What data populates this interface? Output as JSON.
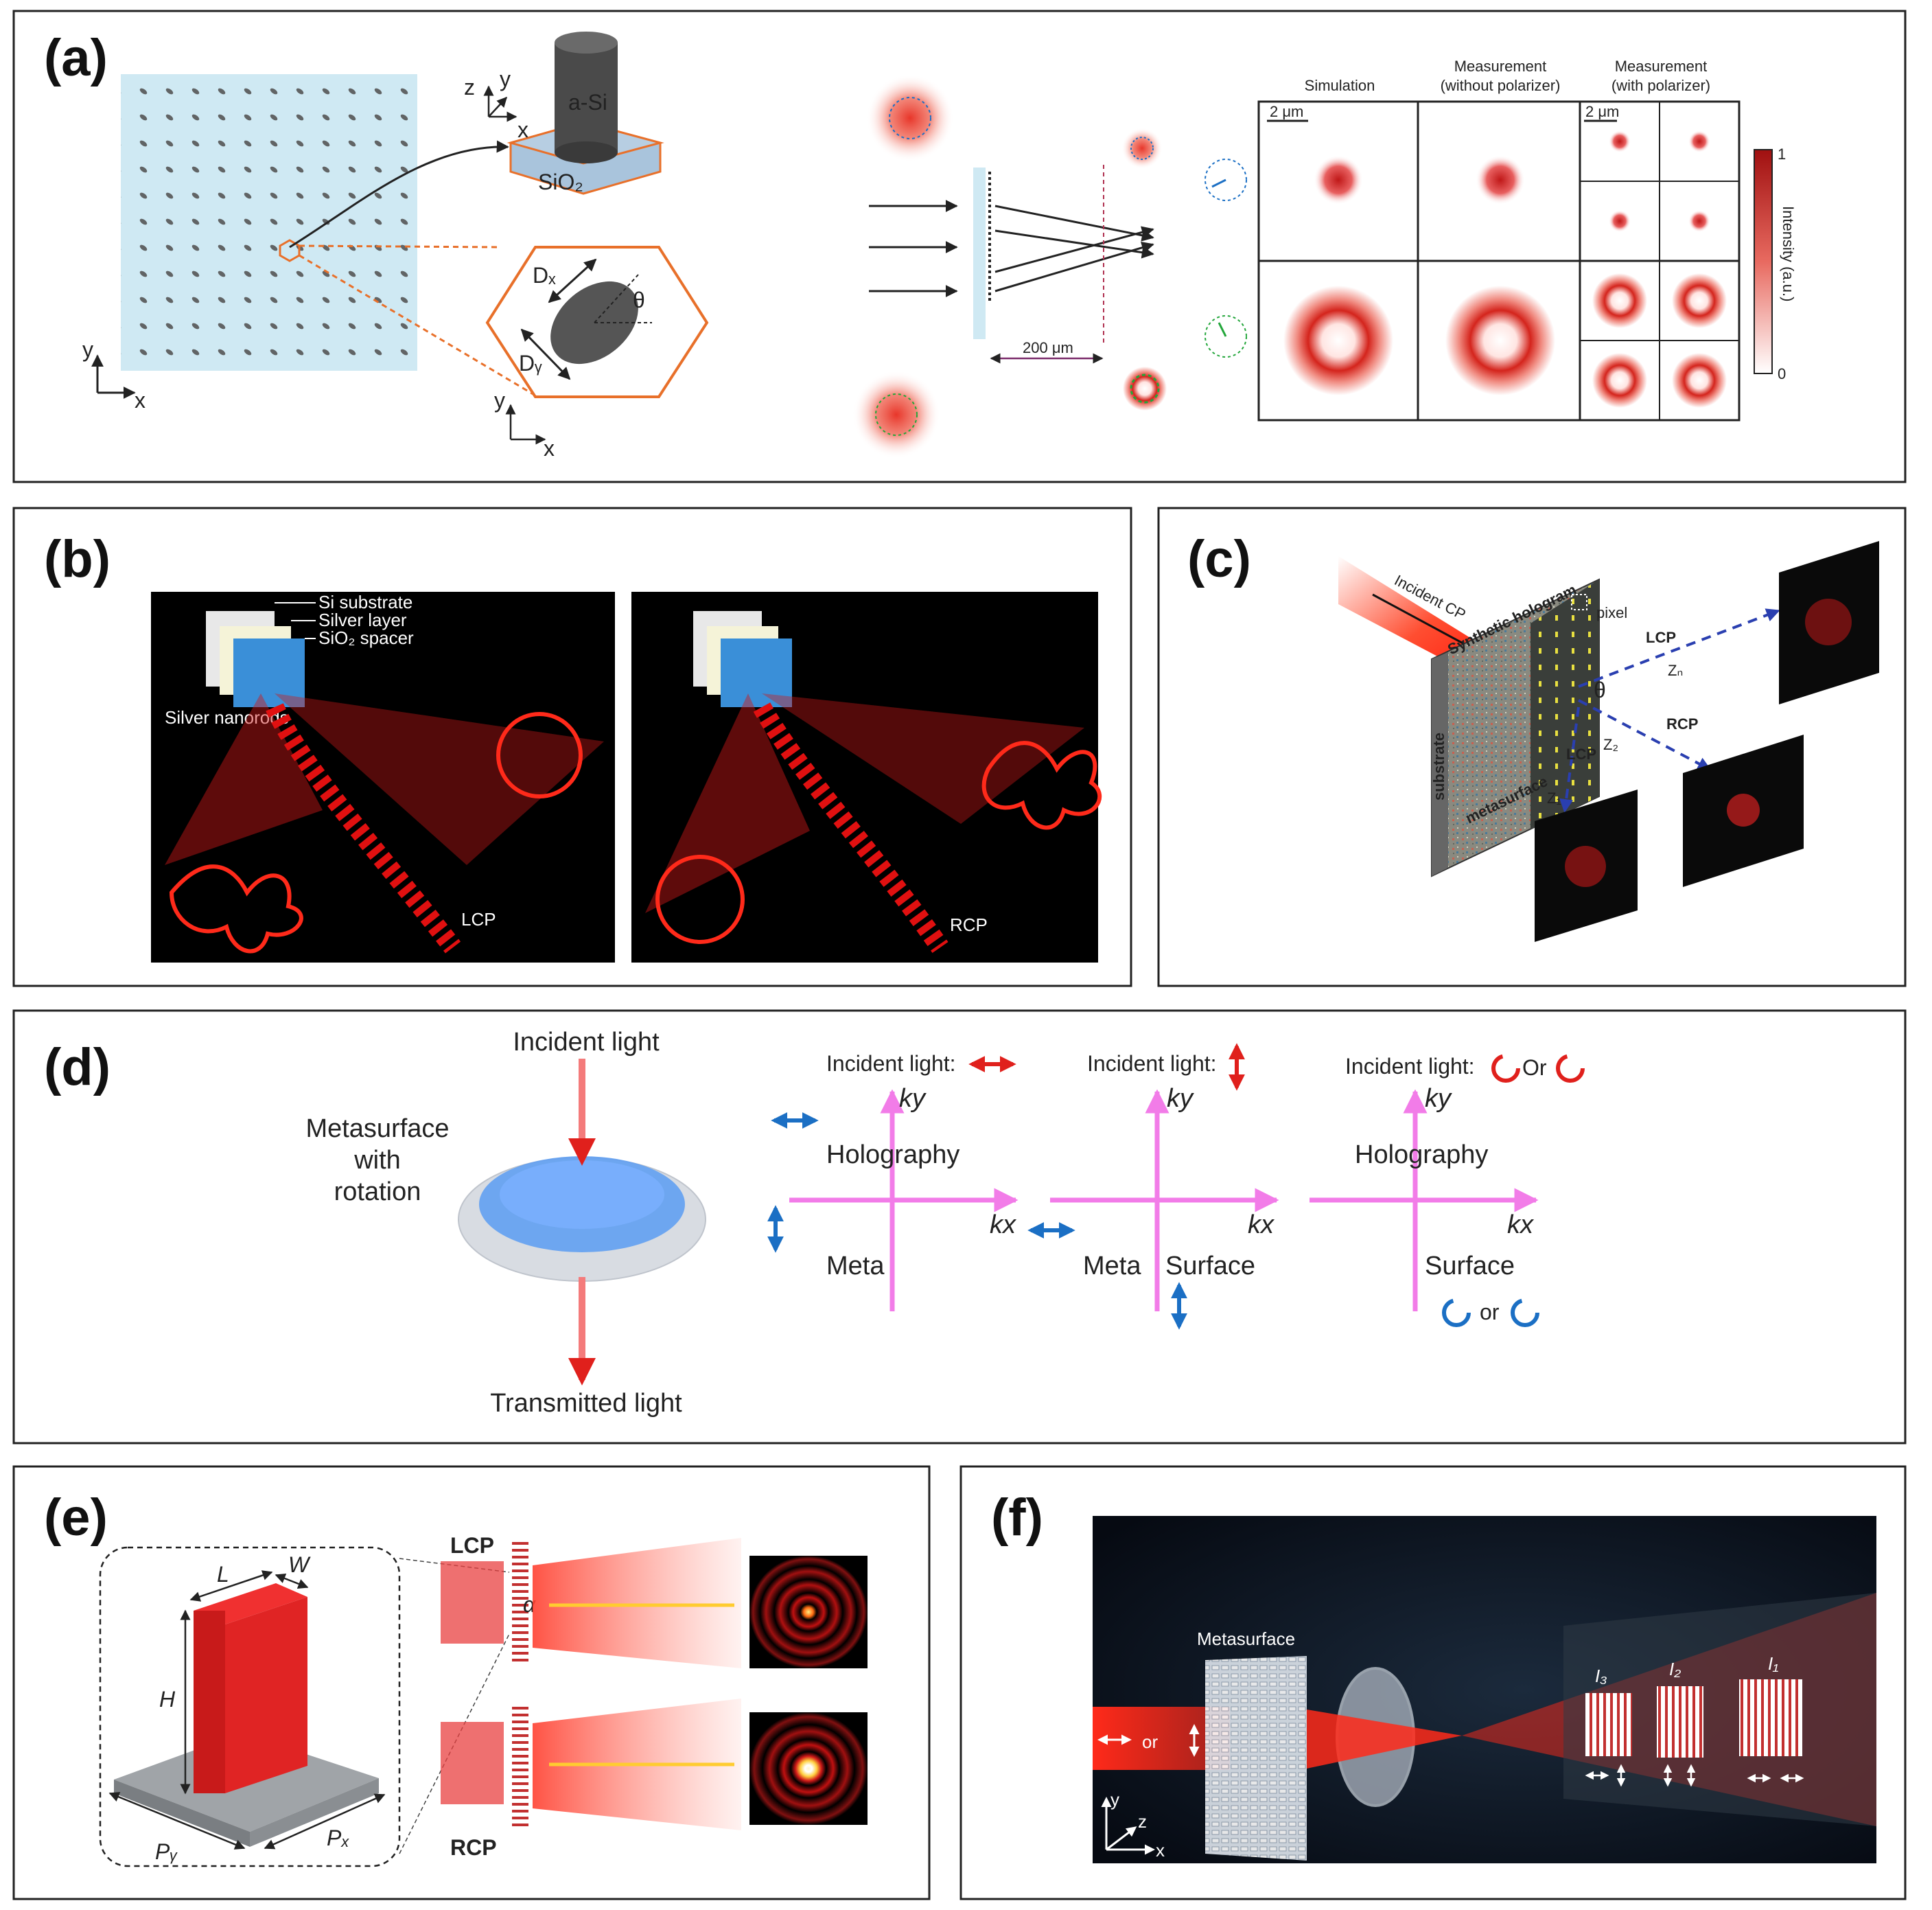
{
  "panels": {
    "a": {
      "letter": "(a)",
      "pillar_label": "a-Si",
      "substrate_label": "SiO₂",
      "axis_x": "x",
      "axis_y": "y",
      "axis_z": "z",
      "dx": "Dₓ",
      "dy": "Dᵧ",
      "theta": "θ",
      "distance": "200 μm",
      "col_sim": "Simulation",
      "col_meas1_l1": "Measurement",
      "col_meas1_l2": "(without polarizer)",
      "col_meas2_l1": "Measurement",
      "col_meas2_l2": "(with polarizer)",
      "scale1": "2 μm",
      "scale2": "2 μm",
      "cbar_max": "1",
      "cbar_min": "0",
      "cbar_label": "Intensity (a.u.)"
    },
    "b": {
      "letter": "(b)",
      "layer1": "Si substrate",
      "layer2": "Silver layer",
      "layer3": "SiO₂ spacer",
      "rods": "Silver nanorods",
      "left_pol": "LCP",
      "right_pol": "RCP"
    },
    "c": {
      "letter": "(c)",
      "incident": "Incident CP",
      "hologram": "Synthetic hologram",
      "pixel": "pixel",
      "substrate": "substrate",
      "metasurface": "metasurface",
      "theta": "θ",
      "lcp1": "LCP",
      "rcp": "RCP",
      "lcp2": "LCP",
      "zn": "Zₙ",
      "z2": "Z₂",
      "z1": "Z₁"
    },
    "d": {
      "letter": "(d)",
      "incident": "Incident light",
      "meta_l1": "Metasurface",
      "meta_l2": "with",
      "meta_l3": "rotation",
      "transmitted": "Transmitted light",
      "inc1": "Incident light:",
      "inc2": "Incident light:",
      "inc3": "Incident light:",
      "or_a": "Or",
      "or_b": "or",
      "ky": "ky",
      "kx": "kx",
      "holography": "Holography",
      "meta": "Meta",
      "surface": "Surface"
    },
    "e": {
      "letter": "(e)",
      "L": "L",
      "W": "W",
      "H": "H",
      "Px": "Pₓ",
      "Py": "Pᵧ",
      "lcp": "LCP",
      "rcp": "RCP",
      "alpha": "α"
    },
    "f": {
      "letter": "(f)",
      "meta": "Metasurface",
      "or": "or",
      "I1": "I₁",
      "I2": "I₂",
      "I3": "I₃",
      "y": "y",
      "z": "z",
      "x": "x"
    }
  },
  "colors": {
    "red": "#e0201c",
    "blue": "#1b6fc4",
    "green": "#22a63a",
    "pink": "#f27ce8",
    "cyan_bg": "#cfe9f3"
  }
}
